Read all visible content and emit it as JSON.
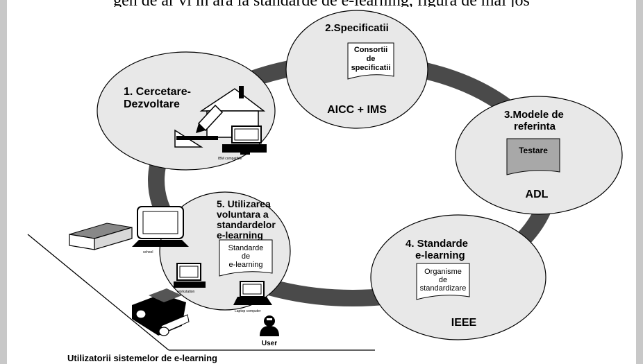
{
  "header_text": "gen de ar vi în ara la standarde de e-learning, figura de mai jos",
  "stages": {
    "stage1": {
      "line1": "1. Cercetare-",
      "line2": "Dezvoltare",
      "icon_caption": "IBM compatible"
    },
    "stage2": {
      "title": "2.Specificatii",
      "doc_line1": "Consortii",
      "doc_line2": "de",
      "doc_line3": "specificatii",
      "org": "AICC + IMS"
    },
    "stage3": {
      "line1": "3.Modele de",
      "line2": "referinta",
      "doc": "Testare",
      "org": "ADL"
    },
    "stage4": {
      "line1": "4. Standarde",
      "line2": "e-learning",
      "doc_line1": "Organisme",
      "doc_line2": "de",
      "doc_line3": "standardizare",
      "org": "IEEE"
    },
    "stage5": {
      "line1": "5. Utilizarea",
      "line2": "voluntara a",
      "line3": "standardelor",
      "line4": "e-learning",
      "doc_line1": "Standarde",
      "doc_line2": "de",
      "doc_line3": "e-learning"
    }
  },
  "users": {
    "school": "school",
    "workstation": "workstation",
    "laptop": "Laptop computer",
    "user": "User",
    "caption": "Utilizatorii sistemelor de e-learning"
  },
  "icons": [
    "house-icon",
    "pencil-icon",
    "set-square-icon",
    "ruler-icon",
    "desktop-computer-icon",
    "barn-icon",
    "laptop-icon",
    "car-icon",
    "user-icon"
  ]
}
